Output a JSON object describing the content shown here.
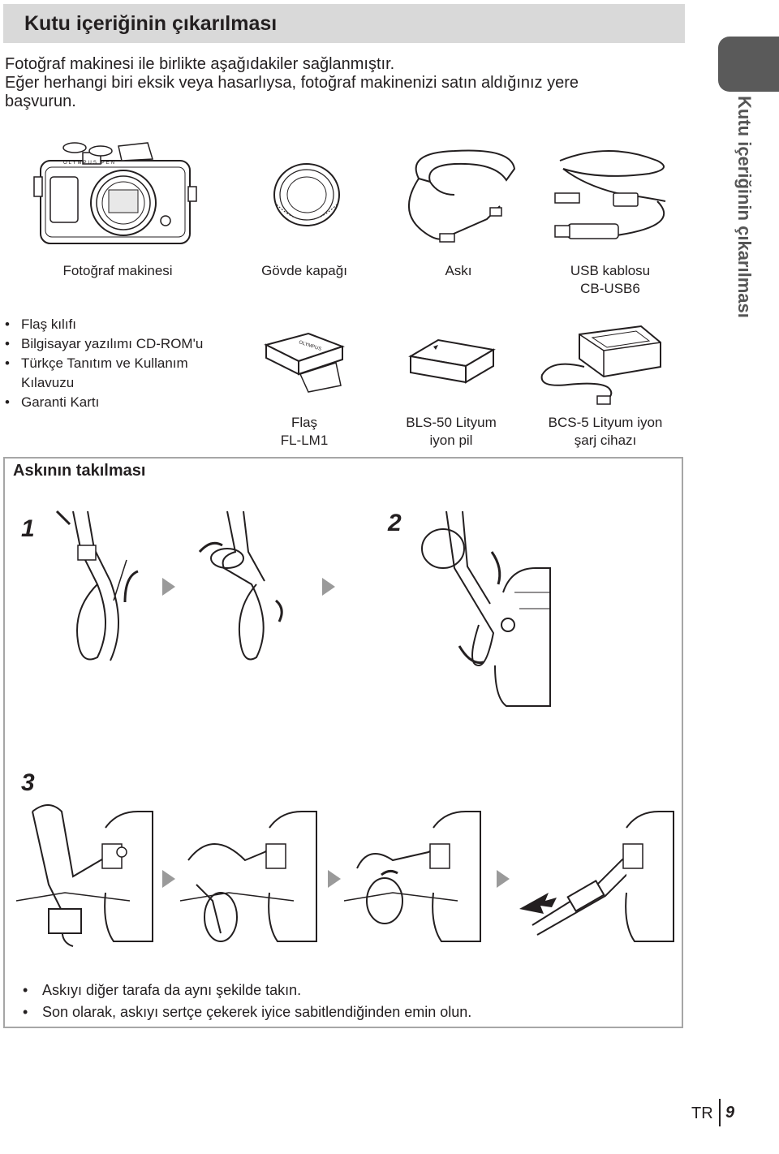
{
  "header": {
    "title": "Kutu içeriğinin çıkarılması"
  },
  "intro": {
    "line1": "Fotoğraf makinesi ile birlikte aşağıdakiler sağlanmıştır.",
    "line2": "Eğer herhangi biri eksik veya hasarlıysa, fotoğraf makinenizi satın aldığınız yere",
    "line3": "başvurun."
  },
  "items": {
    "camera": "Fotoğraf makinesi",
    "body_cap": "Gövde kapağı",
    "strap": "Askı",
    "usb_l1": "USB kablosu",
    "usb_l2": "CB-USB6",
    "flash_l1": "Flaş",
    "flash_l2": "FL-LM1",
    "battery_l1": "BLS-50 Lityum",
    "battery_l2": "iyon pil",
    "charger_l1": "BCS-5 Lityum iyon",
    "charger_l2": "şarj cihazı"
  },
  "bullets": {
    "b1": "Flaş kılıfı",
    "b2": "Bilgisayar yazılımı CD-ROM'u",
    "b3a": "Türkçe Tanıtım ve Kullanım",
    "b3b": "Kılavuzu",
    "b4": "Garanti Kartı"
  },
  "side_tab": {
    "text": "Kutu içeriğinin çıkarılması"
  },
  "strap_section": {
    "heading": "Askının takılması",
    "step1": "1",
    "step2": "2",
    "step3": "3",
    "note1": "Askıyı diğer tarafa da aynı şekilde takın.",
    "note2": "Son olarak, askıyı sertçe çekerek iyice sabitlendiğinden emin olun."
  },
  "camera_brand": "OLYMPUS PEN",
  "flash_brand": "OLYMPUS",
  "footer": {
    "lang": "TR",
    "page": "9"
  }
}
